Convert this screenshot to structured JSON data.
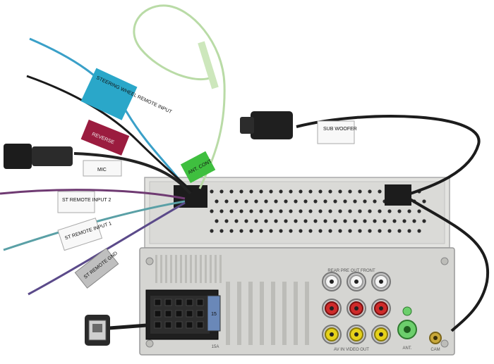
{
  "labels": {
    "steering": "STEERING WHEEL REMOTE INPUT",
    "reverse": "REVERSE",
    "mic": "MIC",
    "antenna_power": "ANT. CONT",
    "sub_woofer": "SUB WOOFER",
    "st_remote_2": "ST REMOTE INPUT 2",
    "st_remote_1": "ST REMOTE INPUT 1",
    "st_remote_gnd": "ST REMOTE GND",
    "fuse_rating": "15",
    "fuse_unit": "15A",
    "ant_port": "ANT.",
    "cam_port": "CAM",
    "rca_top": "REAR PRE OUT FRONT",
    "rca_bottom": "AV IN VIDEO OUT"
  },
  "colors": {
    "steering_tag": "#2aa7c9",
    "reverse_tag": "#9b1c3f",
    "ant_tag": "#3fbf3f",
    "chassis": "#d9d9d6",
    "cable": "#1c1c1c",
    "antenna_wire": "#b9dba6"
  }
}
